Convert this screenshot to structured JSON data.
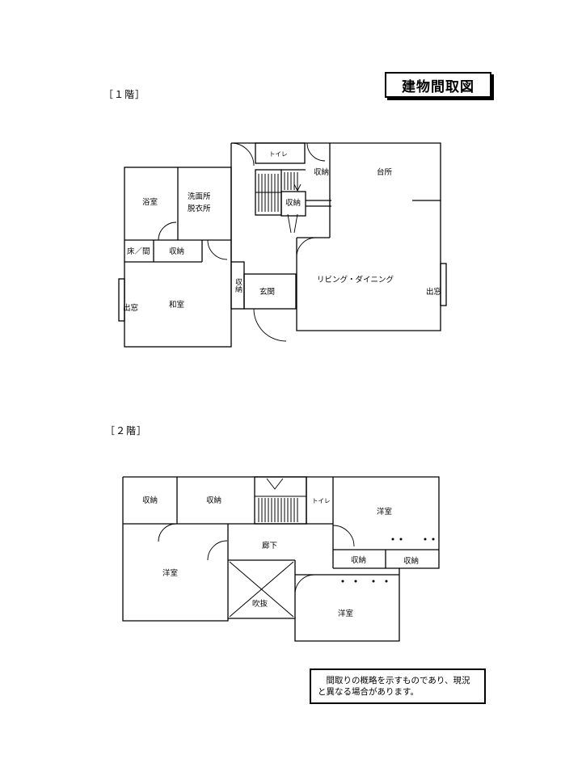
{
  "title": "建物間取図",
  "floor1": {
    "label": "［１階］",
    "rooms": {
      "toilet": "トイレ",
      "storage_stair": "収納",
      "kitchen": "台所",
      "bath": "浴室",
      "washroom_line1": "洗面所",
      "washroom_line2": "脱衣所",
      "storage_under_stair": "収納",
      "tokonoma": "床／間",
      "closet": "収納",
      "storage_vertical": "収納",
      "entrance": "玄関",
      "living": "リビング・ダイニング",
      "bay_window_right": "出窓",
      "bay_window_left": "出窓",
      "washitsu": "和室"
    }
  },
  "floor2": {
    "label": "［２階］",
    "rooms": {
      "storage_1": "収納",
      "storage_2": "収納",
      "toilet": "トイレ",
      "western_ne": "洋室",
      "corridor": "廊下",
      "storage_3": "収納",
      "storage_4": "収納",
      "western_w": "洋室",
      "void": "吹抜",
      "western_s": "洋室"
    }
  },
  "note": {
    "line1": "　間取りの概略を示すものであり、現況",
    "line2": "と異なる場合があります。"
  }
}
